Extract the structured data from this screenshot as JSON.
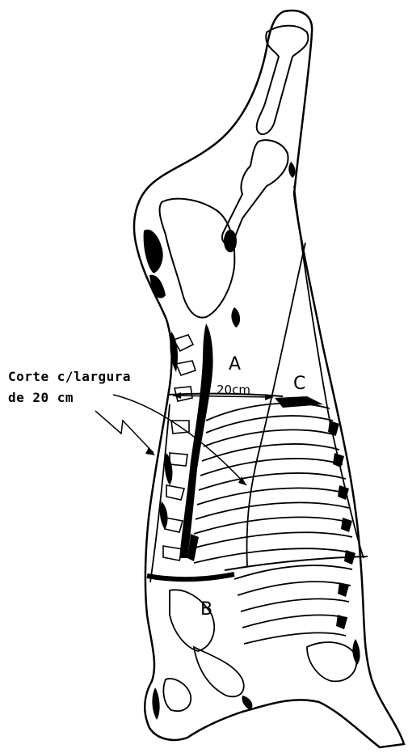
{
  "annotation": {
    "line1": "Corte c/largura",
    "line2": "de 20 cm"
  },
  "labels": {
    "region_a": "A",
    "region_b": "B",
    "region_c": "C",
    "width_label": "20cm"
  },
  "colors": {
    "ink": "#000000",
    "paper": "#ffffff"
  }
}
